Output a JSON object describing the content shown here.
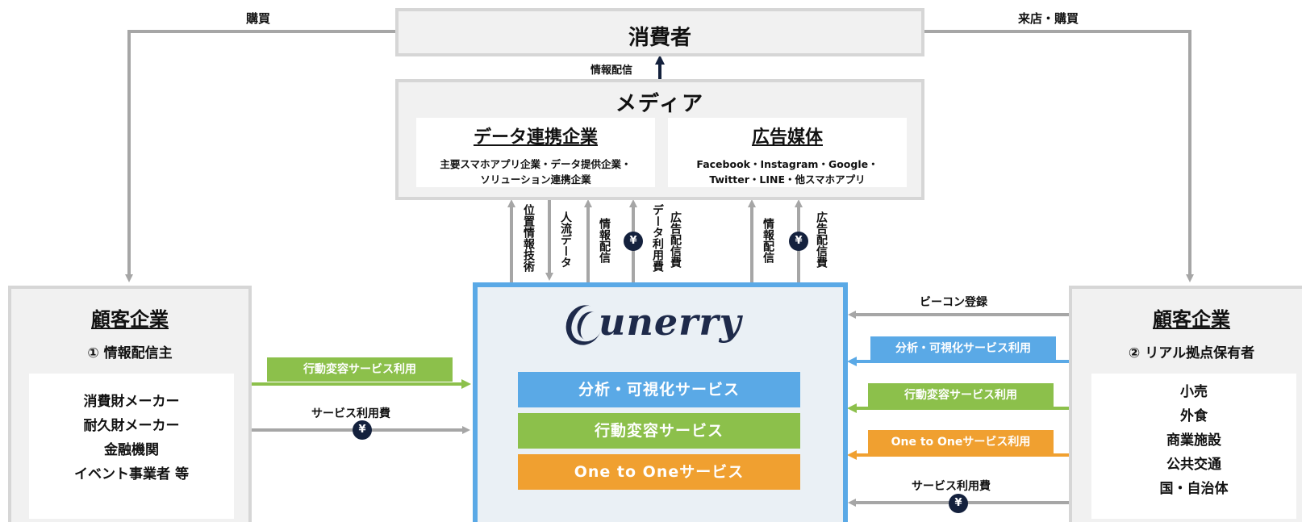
{
  "colors": {
    "blue": "#5aa9e6",
    "green": "#8cc04b",
    "orange": "#f0a030",
    "navy": "#14213d",
    "gray_line": "#a6a6a6",
    "box_border": "#d6d6d6",
    "unerry_border": "#5aa9e6"
  },
  "consumer": {
    "title": "消費者"
  },
  "top_flows": {
    "left_label": "購買",
    "right_label": "来店・購買",
    "info_delivery": "情報配信"
  },
  "media": {
    "title": "メディア",
    "data_partner": {
      "title": "データ連携企業",
      "desc_line1": "主要スマホアプリ企業・データ提供企業・",
      "desc_line2": "ソリューション連携企業"
    },
    "ad_media": {
      "title": "広告媒体",
      "desc_line1": "Facebook・Instagram・Google・",
      "desc_line2": "Twitter・LINE・他スマホアプリ"
    }
  },
  "vertical_flows": {
    "location_tech": "位置情報技術",
    "people_flow": "人流データ",
    "info_delivery_1": "情報配信",
    "data_fee": "データ利用費",
    "ad_fee_1": "広告配信費",
    "info_delivery_2": "情報配信",
    "ad_fee_2": "広告配信費"
  },
  "yen_symbol": "¥",
  "unerry": {
    "logo_icon": "swoosh-logo-icon",
    "logo_text": "unerry",
    "services": [
      "分析・可視化サービス",
      "行動変容サービス",
      "One to Oneサービス"
    ]
  },
  "left_customer": {
    "title": "顧客企業",
    "subtitle": "① 情報配信主",
    "items": [
      "消費財メーカー",
      "耐久財メーカー",
      "金融機関",
      "イベント事業者 等"
    ]
  },
  "left_flows": {
    "behavior_service": "行動変容サービス利用",
    "service_fee": "サービス利用費"
  },
  "right_customer": {
    "title": "顧客企業",
    "subtitle": "② リアル拠点保有者",
    "items": [
      "小売",
      "外食",
      "商業施設",
      "公共交通",
      "国・自治体"
    ]
  },
  "right_flows": {
    "beacon": "ビーコン登録",
    "analysis_service": "分析・可視化サービス利用",
    "behavior_service": "行動変容サービス利用",
    "one_to_one_service": "One to Oneサービス利用",
    "service_fee": "サービス利用費"
  }
}
